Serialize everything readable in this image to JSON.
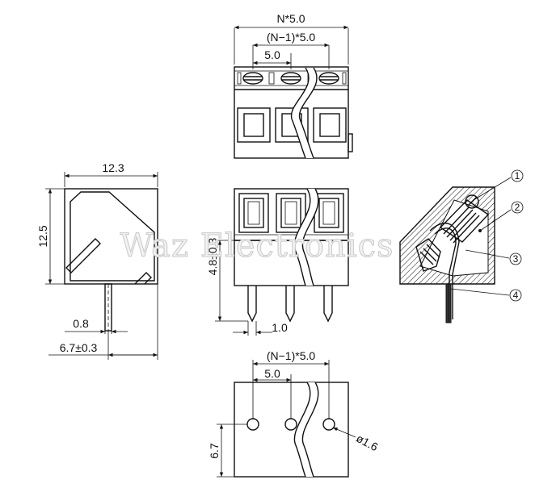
{
  "dimensions": {
    "top_width": "N*5.0",
    "top_span": "(N−1)*5.0",
    "top_pitch": "5.0",
    "side_width": "12.3",
    "side_height": "12.5",
    "pin_thickness": "0.8",
    "pin_offset": "6.7±0.3",
    "front_pin_length": "4.8±0.3",
    "front_pin_width": "1.0",
    "bottom_span": "(N−1)*5.0",
    "bottom_pitch": "5.0",
    "hole_offset": "6.7",
    "hole_diameter": "ø1.6"
  },
  "callouts": [
    "1",
    "2",
    "3",
    "4"
  ],
  "watermark": "Waz Electronics"
}
